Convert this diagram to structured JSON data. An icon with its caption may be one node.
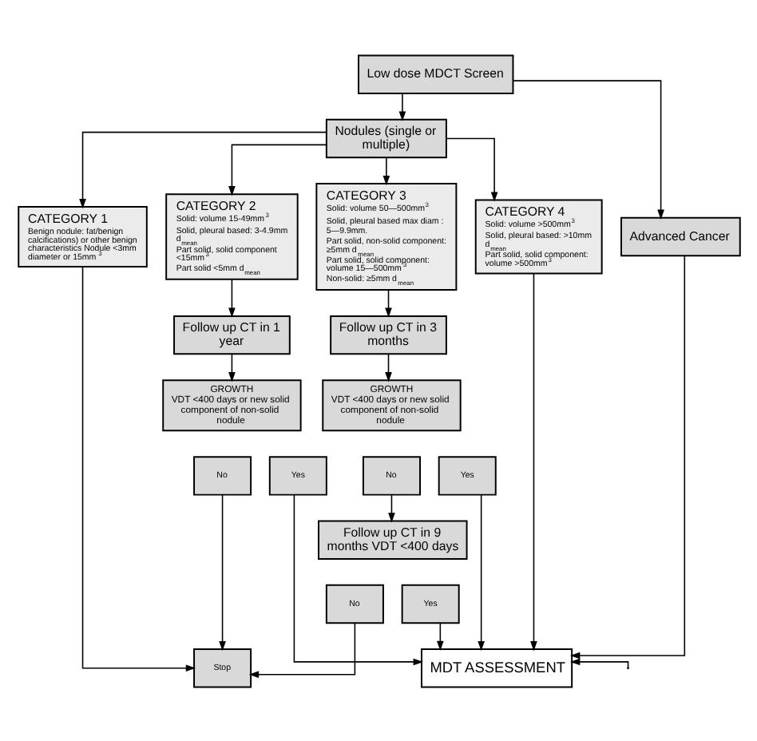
{
  "diagram": {
    "nodes": [
      {
        "text": [
          "Low dose MDCT Screen"
        ]
      },
      {
        "text": [
          "Advanced Cancer"
        ]
      },
      {
        "text": [
          "Nodules (single or multiple)"
        ]
      },
      {
        "text": [
          "CATEGORY 1",
          "Benign nodule: fat/benign calcifications) or other benign characteristics Nodule <3mm diameter or 15mm$^{3}$"
        ]
      },
      {
        "text": [
          "CATEGORY 2",
          "Solid: volume 15-49mm$^{3}$",
          "Solid, pleural based: 3-4.9mm d$_{mean}$",
          "Part solid, solid component <15mm$^{3}$",
          "Part solid <5mm d$_{mean}$"
        ]
      },
      {
        "text": [
          "CATEGORY 3",
          "Solid: volume 50—500mm$^{3}$",
          "Solid, pleural based max diam : 5—9.9mm.",
          "Part solid, non-solid component: ≥5mm d$_{mean}$",
          "Part solid, solid component: volume 15—500mm$^{3}$",
          "Non-solid: ≥5mm d$_{mean}$"
        ]
      },
      {
        "text": [
          "CATEGORY 4",
          "Solid: volume >500mm$^{3}$",
          "Solid, pleural based: >10mm d$_{mean}$",
          "Part solid, solid component: volume >500mm$^{3}$"
        ]
      },
      {
        "text": [
          "Follow up CT in 1 year"
        ]
      },
      {
        "text": [
          "GROWTH",
          "VDT <400 days or new solid component of non-solid nodule"
        ]
      },
      {
        "text": [
          "No"
        ]
      },
      {
        "text": [
          "Yes"
        ]
      },
      {
        "text": [
          "Follow up CT in 3 months"
        ]
      },
      {
        "text": [
          "GROWTH",
          "VDT <400 days or new solid component of non-solid nodule"
        ]
      },
      {
        "text": [
          "No"
        ]
      },
      {
        "text": [
          "Yes"
        ]
      },
      {
        "text": [
          "Follow up CT in 9 months VDT <400 days"
        ]
      },
      {
        "text": [
          "No"
        ]
      },
      {
        "text": [
          "Yes"
        ]
      },
      {
        "text": [
          "Stop"
        ]
      },
      {
        "text": [
          "MDT ASSESSMENT"
        ]
      }
    ],
    "edges": [
      {
        "from": 0,
        "to": 2,
        "arrow": "to"
      },
      {
        "from": 0,
        "to": 1,
        "arrow": "to"
      },
      {
        "from": 2,
        "to": 3,
        "arrow": "to"
      },
      {
        "from": 2,
        "to": 4,
        "arrow": "to"
      },
      {
        "from": 2,
        "to": 5,
        "arrow": "to"
      },
      {
        "from": 2,
        "to": 6,
        "arrow": "to"
      },
      {
        "from": 4,
        "to": 7,
        "arrow": "to"
      },
      {
        "from": 7,
        "to": 8,
        "arrow": "to"
      },
      {
        "from": 5,
        "to": 11,
        "arrow": "to"
      },
      {
        "from": 11,
        "to": 12,
        "arrow": "to"
      },
      {
        "from": 13,
        "to": 15,
        "arrow": "to"
      },
      {
        "from": 3,
        "to": 18,
        "arrow": "to"
      },
      {
        "from": 9,
        "to": 18,
        "arrow": "to"
      },
      {
        "from": 16,
        "to": 18,
        "arrow": "to"
      },
      {
        "from": 10,
        "to": 19,
        "arrow": "to"
      },
      {
        "from": 17,
        "to": 19,
        "arrow": "to"
      },
      {
        "from": 14,
        "to": 19,
        "arrow": "to"
      },
      {
        "from": 6,
        "to": 19,
        "arrow": "to"
      },
      {
        "from": 1,
        "to": 19,
        "arrow": "to"
      },
      {
        "from": null,
        "to": 19,
        "arrow": "to"
      }
    ]
  }
}
